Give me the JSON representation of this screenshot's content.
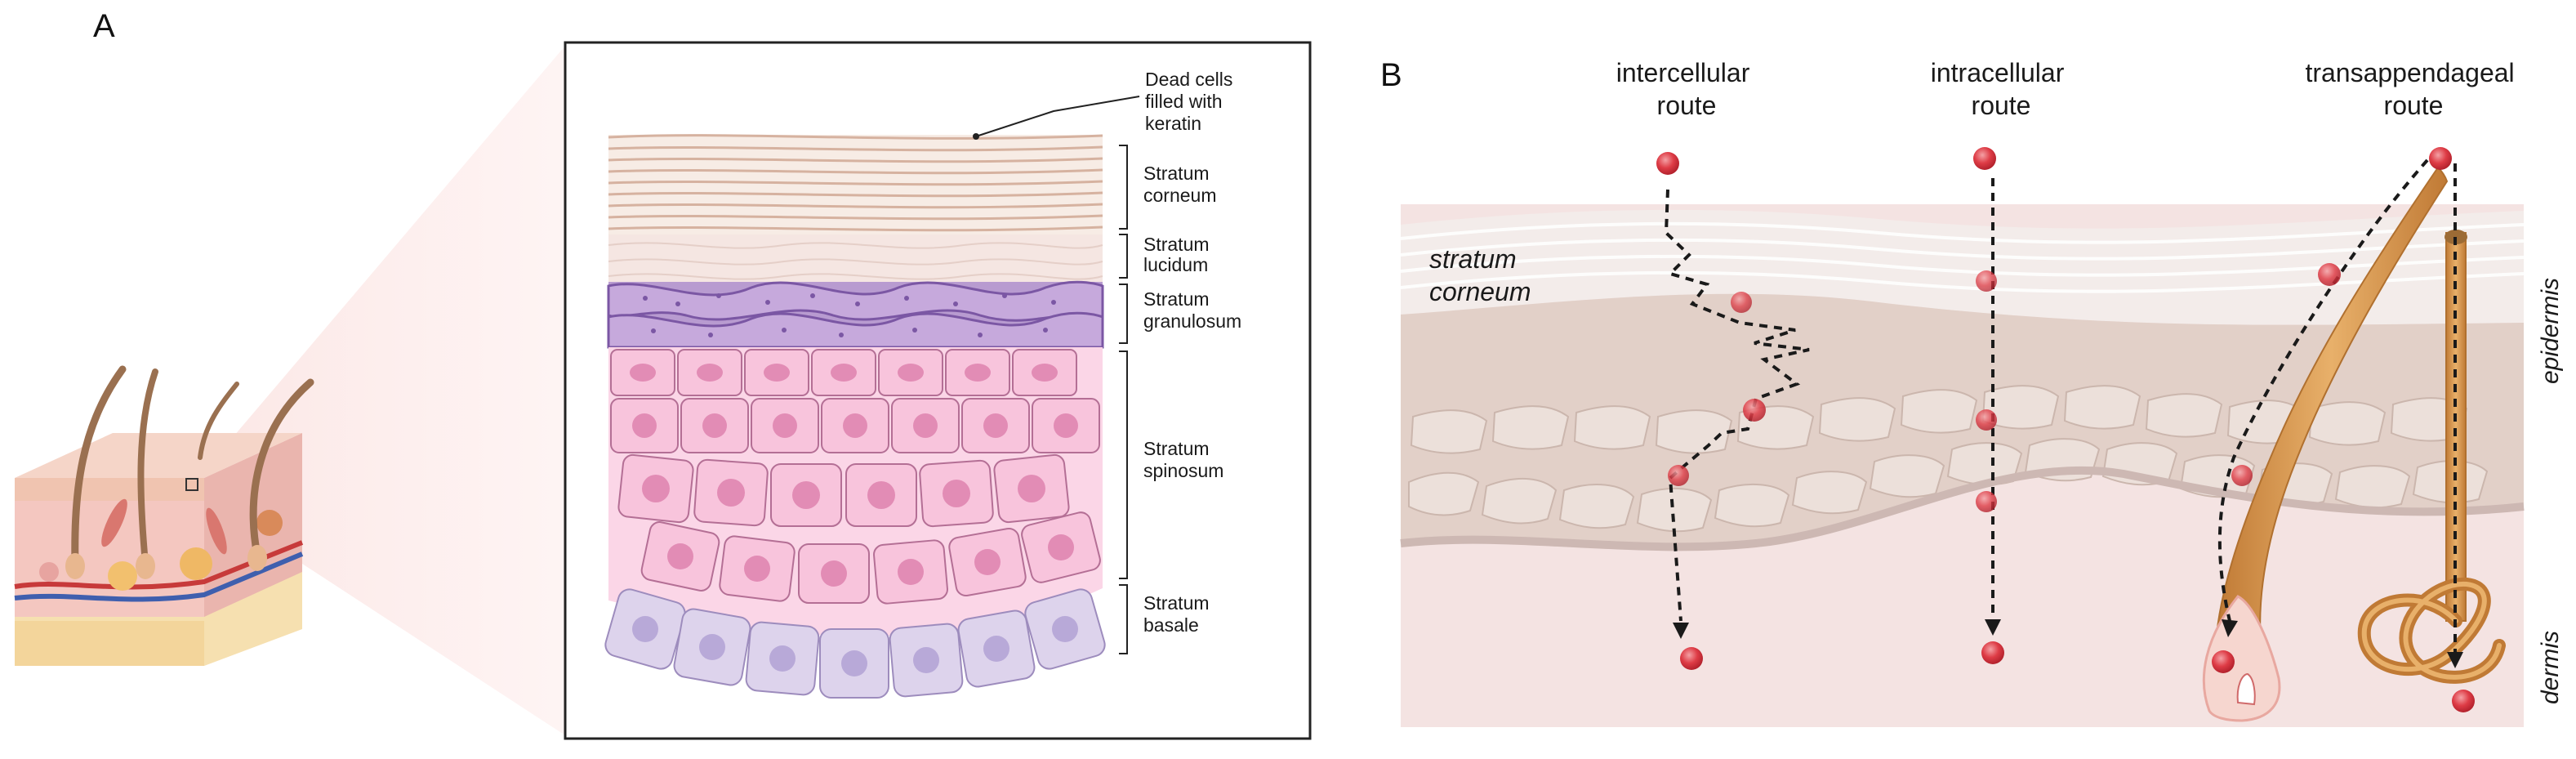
{
  "panel_a": {
    "letter": "A",
    "callout": [
      "Dead cells",
      "filled with",
      "keratin"
    ],
    "layers": [
      {
        "lines": [
          "Stratum",
          "corneum"
        ]
      },
      {
        "lines": [
          "Stratum",
          "lucidum"
        ]
      },
      {
        "lines": [
          "Stratum",
          "granulosum"
        ]
      },
      {
        "lines": [
          "Stratum",
          "spinosum"
        ]
      },
      {
        "lines": [
          "Stratum",
          "basale"
        ]
      }
    ]
  },
  "panel_b": {
    "letter": "B",
    "routes": [
      {
        "lines": [
          "intercellular",
          "route"
        ]
      },
      {
        "lines": [
          "intracellular",
          "route"
        ]
      },
      {
        "lines": [
          "transappendageal",
          "route"
        ]
      }
    ],
    "stratum_corneum": [
      "stratum",
      "corneum"
    ],
    "epidermis": "epidermis",
    "dermis": "dermis"
  },
  "colors": {
    "corneum": "#d9b8a6",
    "lucidum": "#f3e2dc",
    "granulosum": "#a986c6",
    "spinosum": "#f6c9df",
    "basale": "#ddd3ec",
    "drug": "#d9353f",
    "hair": "#d99a4e",
    "skin_surface": "#efe2df",
    "dermis": "#f4e3e2"
  }
}
